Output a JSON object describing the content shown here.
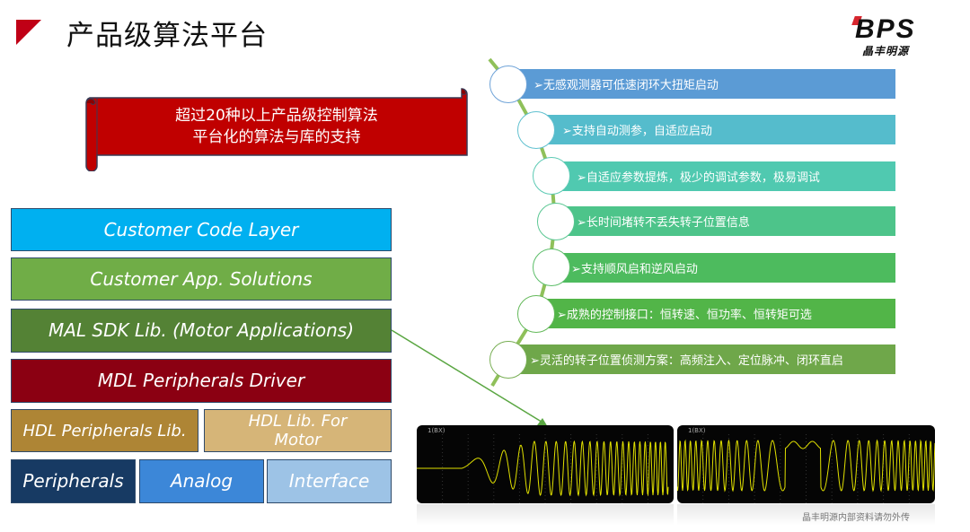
{
  "header": {
    "title": "产品级算法平台",
    "logo_text": "BPS",
    "logo_subtext": "晶丰明源"
  },
  "banner": {
    "line1": "超过20种以上产品级控制算法",
    "line2": "平台化的算法与库的支持",
    "color": "#c00000"
  },
  "layers": [
    {
      "label": "Customer Code Layer",
      "color": "#00b0f0"
    },
    {
      "label": "Customer App. Solutions",
      "color": "#70ad47"
    },
    {
      "label": "MAL SDK Lib. (Motor Applications)",
      "color": "#548235"
    },
    {
      "label": "MDL Peripherals Driver",
      "color": "#8b0012"
    },
    {
      "label": "HDL Peripherals Lib.",
      "color": "#ae8535"
    },
    {
      "label": "HDL Lib. For Motor",
      "color": "#d6b578"
    },
    {
      "label": "Peripherals",
      "color": "#173a63"
    },
    {
      "label": "Analog",
      "color": "#3c87d8"
    },
    {
      "label": "Interface",
      "color": "#9dc3e6"
    }
  ],
  "features": [
    {
      "text": "➢无感观测器可低速闭环大扭矩启动",
      "color": "#5b9bd5"
    },
    {
      "text": "➢支持自动测参，自适应启动",
      "color": "#55bccc"
    },
    {
      "text": "➢自适应参数提炼，极少的调试参数，极易调试",
      "color": "#50c9b0"
    },
    {
      "text": "➢长时间堵转不丢失转子位置信息",
      "color": "#4dc48a"
    },
    {
      "text": "➢支持顺风启和逆风启动",
      "color": "#4dbb5e"
    },
    {
      "text": "➢成熟的控制接口：恒转速、恒功率、恒转矩可选",
      "color": "#52b548"
    },
    {
      "text": "➢灵活的转子位置侦测方案：高频注入、定位脉冲、闭环直启",
      "color": "#6fa74a"
    }
  ],
  "scopes": [
    {
      "label": "1(BX)"
    },
    {
      "label": "1(BX)"
    }
  ],
  "footer": {
    "note": "晶丰明源内部资料请勿外传"
  }
}
